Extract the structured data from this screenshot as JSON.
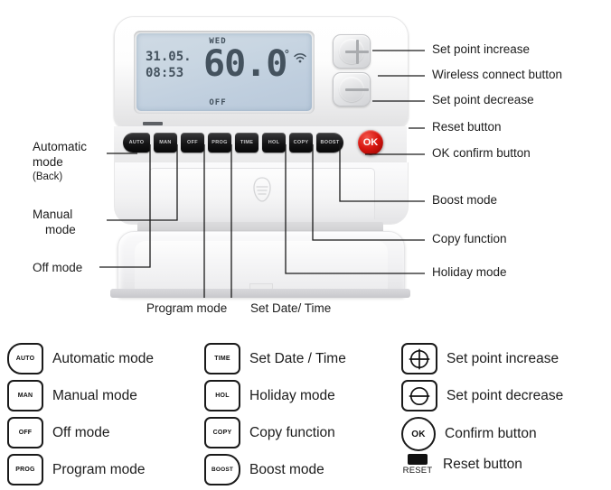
{
  "device": {
    "lcd": {
      "day": "WED",
      "date": "31.05.",
      "time": "08:53",
      "temperature": "60.0",
      "degree": "°",
      "mode": "OFF",
      "wifi_icon": "wifi-signal-icon"
    },
    "keys": [
      {
        "id": "auto",
        "label": "AUTO"
      },
      {
        "id": "man",
        "label": "MAN"
      },
      {
        "id": "off",
        "label": "OFF"
      },
      {
        "id": "prog",
        "label": "PROG"
      },
      {
        "id": "time",
        "label": "TIME"
      },
      {
        "id": "hol",
        "label": "HOL"
      },
      {
        "id": "copy",
        "label": "COPY"
      },
      {
        "id": "boost",
        "label": "BOOST"
      }
    ],
    "ok_label": "OK",
    "plus_icon": "plus-icon",
    "minus_icon": "minus-icon",
    "reset_notch": "reset-notch"
  },
  "callouts": {
    "set_point_increase": "Set point increase",
    "wireless_connect": "Wireless connect button",
    "set_point_decrease": "Set point decrease",
    "reset_button": "Reset button",
    "ok_confirm": "OK confirm button",
    "boost_mode": "Boost mode",
    "copy_function": "Copy function",
    "holiday_mode": "Holiday mode",
    "automatic_mode": "Automatic",
    "automatic_mode_l2": "mode",
    "automatic_mode_sub": "(Back)",
    "manual_mode": "Manual",
    "manual_mode_l2": "mode",
    "off_mode": "Off mode",
    "program_mode": "Program mode",
    "set_date_time": "Set Date/ Time"
  },
  "legend": {
    "col1": [
      {
        "icon": "AUTO",
        "shape": "round-l",
        "label": "Automatic mode"
      },
      {
        "icon": "MAN",
        "shape": "rect",
        "label": "Manual mode"
      },
      {
        "icon": "OFF",
        "shape": "rect",
        "label": "Off mode"
      },
      {
        "icon": "PROG",
        "shape": "rect",
        "label": "Program mode"
      }
    ],
    "col2": [
      {
        "icon": "TIME",
        "shape": "rect",
        "label": "Set Date / Time"
      },
      {
        "icon": "HOL",
        "shape": "rect",
        "label": "Holiday mode"
      },
      {
        "icon": "COPY",
        "shape": "rect",
        "label": "Copy function"
      },
      {
        "icon": "BOOST",
        "shape": "round-r",
        "label": "Boost mode"
      }
    ],
    "col3": [
      {
        "icon": "plus-icon",
        "shape": "rect",
        "label": "Set point increase"
      },
      {
        "icon": "minus-icon",
        "shape": "rect",
        "label": "Set point decrease"
      },
      {
        "icon": "OK",
        "shape": "circle",
        "label": "Confirm button"
      },
      {
        "icon": "reset-icon",
        "shape": "reset",
        "label": "Reset button",
        "caption": "RESET"
      }
    ]
  },
  "colors": {
    "ok_red": "#d6150f",
    "lcd_blue": "#c5d3e0",
    "key_black": "#151516",
    "line": "#1a1a1a"
  }
}
